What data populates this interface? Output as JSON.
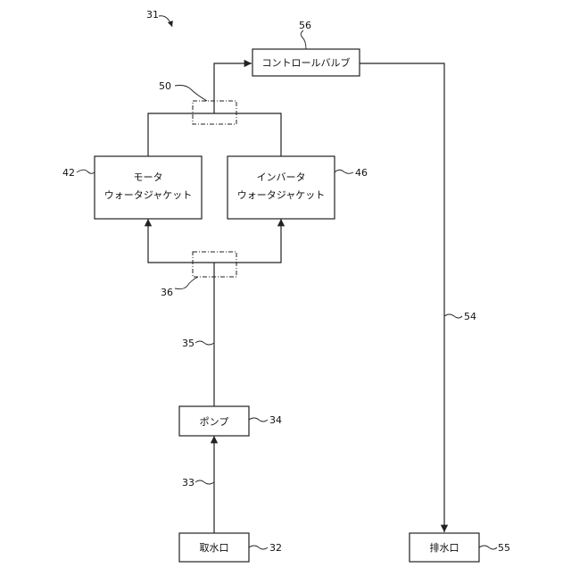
{
  "figure_number": "31",
  "components": {
    "intake": {
      "label": "取水口",
      "ref": "32"
    },
    "pump": {
      "label": "ポンプ",
      "ref": "34"
    },
    "motor_jacket": {
      "line1": "モータ",
      "line2": "ウォータジャケット",
      "ref": "42"
    },
    "inverter_jacket": {
      "line1": "インバータ",
      "line2": "ウォータジャケット",
      "ref": "46"
    },
    "control_valve": {
      "label": "コントロールバルブ",
      "ref": "56"
    },
    "outlet": {
      "label": "排水口",
      "ref": "55"
    },
    "splitter": {
      "ref": "36"
    },
    "merger": {
      "ref": "50"
    }
  },
  "pipes": {
    "intake_to_pump": {
      "ref": "33"
    },
    "pump_to_splitter": {
      "ref": "35"
    },
    "valve_to_outlet": {
      "ref": "54"
    }
  }
}
